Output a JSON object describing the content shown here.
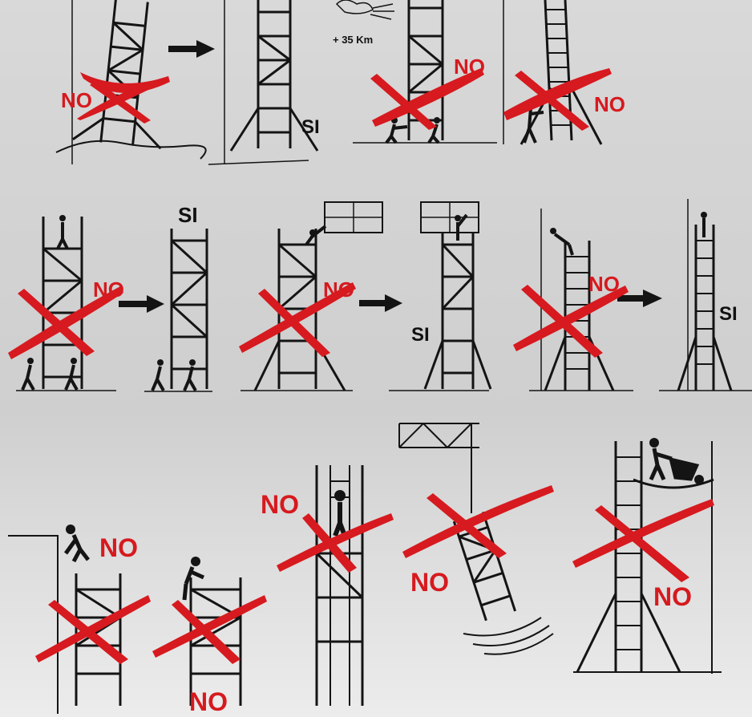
{
  "labels": {
    "no": "NO",
    "si": "SI",
    "wind_speed": "+ 35 Km"
  },
  "colors": {
    "cross": "#d61a1f",
    "ink": "#141414",
    "panel_top": "#d4d4d4",
    "panel_bottom": "#e2e2e2"
  },
  "icons": [
    "scaffold-tower-icon",
    "ladder-icon",
    "worker-icon",
    "wind-cloud-icon",
    "arrow-right-icon",
    "crane-icon",
    "wheelbarrow-icon",
    "red-cross-icon"
  ]
}
